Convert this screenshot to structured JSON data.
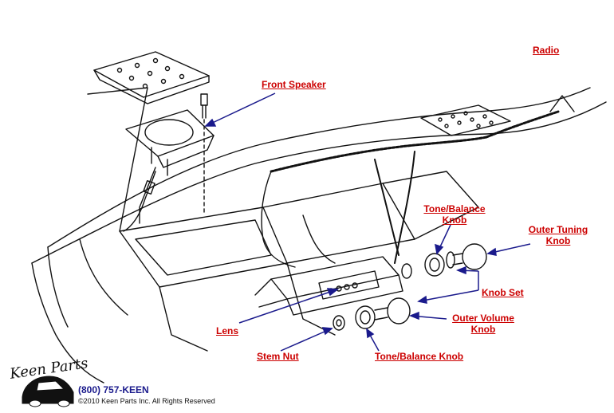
{
  "labels": {
    "radio": "Radio",
    "front_speaker": "Front Speaker",
    "tone_balance_knob_top_1": "Tone/Balance",
    "tone_balance_knob_top_2": "Knob",
    "outer_tuning_knob_1": "Outer Tuning",
    "outer_tuning_knob_2": "Knob",
    "knob_set": "Knob Set",
    "outer_volume_knob_1": "Outer Volume",
    "outer_volume_knob_2": "Knob",
    "lens": "Lens",
    "stem_nut": "Stem Nut",
    "tone_balance_knob_bottom": "Tone/Balance Knob"
  },
  "branding": {
    "logo_text": "Keen Parts",
    "phone": "(800) 757-KEEN",
    "copyright": "©2010 Keen Parts Inc. All Rights Reserved"
  },
  "colors": {
    "label": "#cc0000",
    "arrow": "#1a1a8c",
    "line_art": "#111111"
  }
}
